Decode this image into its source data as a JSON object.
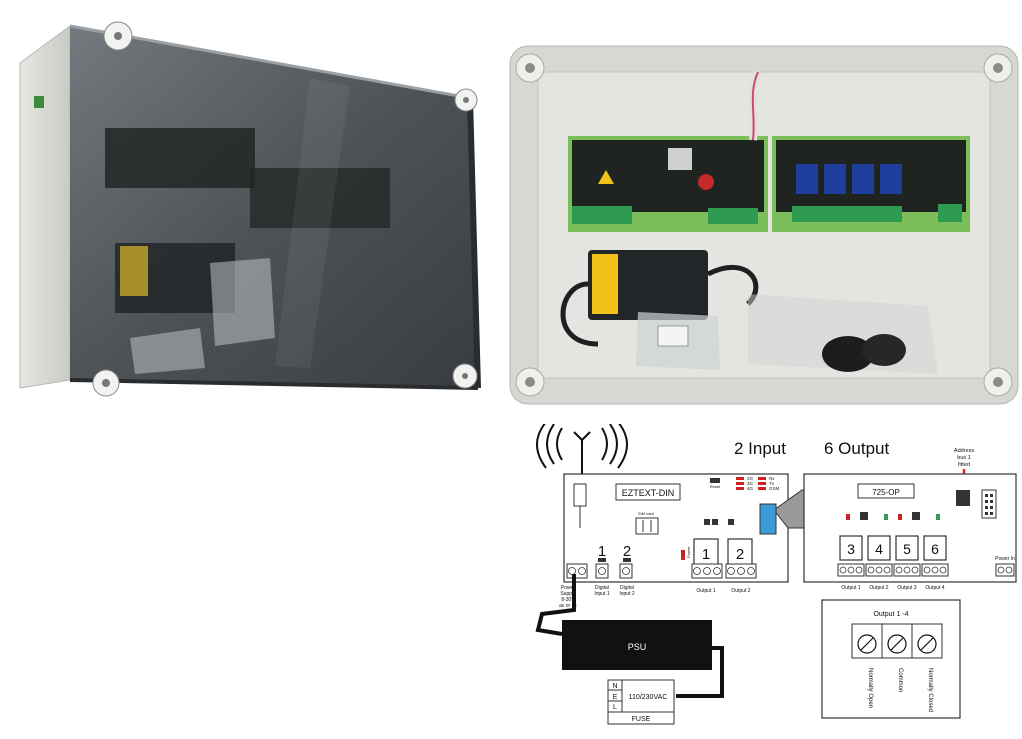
{
  "diagram": {
    "heading_input": "2 Input",
    "heading_output": "6 Output",
    "address_note": [
      "Address",
      "bus 1",
      "fitted"
    ],
    "main_board": {
      "name": "EZTEXT-DIN",
      "reset_label": "Reset",
      "sim_label": "SIM card",
      "legend": [
        "2G",
        "3G",
        "4G"
      ],
      "legend_right": [
        "Rx",
        "Tx",
        "GSM"
      ],
      "power_label": "Power",
      "digital_inputs": [
        "1",
        "2"
      ],
      "input_labels": [
        [
          "Digital",
          "Input 1"
        ],
        [
          "Digital",
          "Input 2"
        ]
      ],
      "outputs": [
        "1",
        "2"
      ],
      "output_labels": [
        "Output 1",
        "Output 2"
      ],
      "power_supply_label": [
        "Power",
        "Supply",
        "8-30V",
        "ac or dc"
      ]
    },
    "expansion_board": {
      "name": "725-OP",
      "outputs": [
        "3",
        "4",
        "5",
        "6"
      ],
      "output_labels": [
        "Output 1",
        "Output 2",
        "Output 3",
        "Output 4"
      ],
      "power_in_label": "Power In"
    },
    "psu": {
      "label": "PSU",
      "mains_label": "110/230VAC",
      "terminals": [
        "N",
        "E",
        "L"
      ],
      "fuse_label": "FUSE"
    },
    "relay_detail": {
      "title": "Output 1 -4",
      "terminals": [
        "Normally Open",
        "Common",
        "Normally Closed"
      ]
    }
  },
  "colors": {
    "enclosure_body": "#d9dad5",
    "lid_tint": "#3f4347",
    "pcb_green": "#7cbf5a",
    "pcb_dark": "#1f2421",
    "relay_blue": "#1f3f9f",
    "terminal_green": "#2f9a52",
    "cable_blue": "#3a9bd6",
    "warning_yellow": "#f2c21a",
    "led_red": "#cc2222"
  }
}
